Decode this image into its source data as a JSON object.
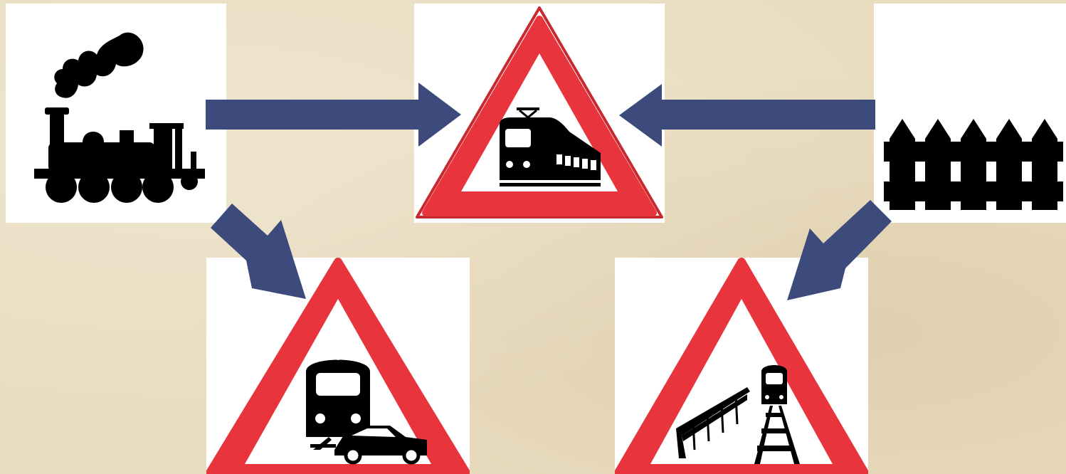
{
  "colors": {
    "background": "#e9dcbf",
    "arrow": "#3d4a7c",
    "sign_red": "#e8343c",
    "sign_red_dark": "#c8282e",
    "icon_black": "#000000",
    "tile_white": "#ffffff"
  },
  "nodes": [
    {
      "id": "steam-locomotive",
      "icon": "steam-locomotive-icon"
    },
    {
      "id": "railway-crossing-warning",
      "icon": "train-warning-sign-icon"
    },
    {
      "id": "fence",
      "icon": "fence-icon"
    },
    {
      "id": "train-car-collision-warning",
      "icon": "train-car-collision-sign-icon"
    },
    {
      "id": "level-crossing-with-barrier-warning",
      "icon": "barrier-crossing-sign-icon"
    }
  ],
  "edges": [
    {
      "from": "steam-locomotive",
      "to": "railway-crossing-warning"
    },
    {
      "from": "fence",
      "to": "railway-crossing-warning"
    },
    {
      "from": "steam-locomotive",
      "to": "train-car-collision-warning"
    },
    {
      "from": "fence",
      "to": "level-crossing-with-barrier-warning"
    }
  ]
}
